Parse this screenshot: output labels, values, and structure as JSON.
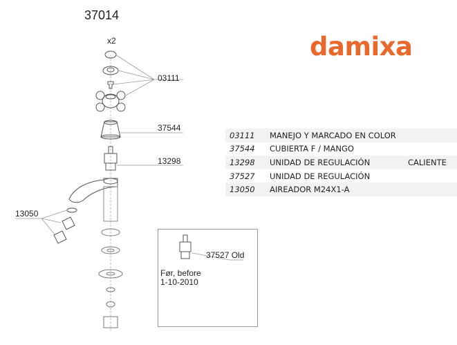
{
  "model_number": "37014",
  "brand": "damixa",
  "brand_color": "#e8692b",
  "callouts": {
    "qty": "x2",
    "c1": "03111",
    "c2": "37544",
    "c3": "13298",
    "c4": "13050"
  },
  "inset": {
    "part": "37527 Old",
    "note_line1": "Før, before",
    "note_line2": "1-10-2010"
  },
  "parts": [
    {
      "code": "03111",
      "description": "MANEJO Y MARCADO EN COLOR",
      "note": ""
    },
    {
      "code": "37544",
      "description": "CUBIERTA F / MANGO",
      "note": ""
    },
    {
      "code": "13298",
      "description": "UNIDAD DE REGULACIÓN",
      "note": "CALIENTE"
    },
    {
      "code": "37527",
      "description": "UNIDAD DE REGULACIÓN",
      "note": ""
    },
    {
      "code": "13050",
      "description": "AIREADOR M24X1-A",
      "note": ""
    }
  ]
}
